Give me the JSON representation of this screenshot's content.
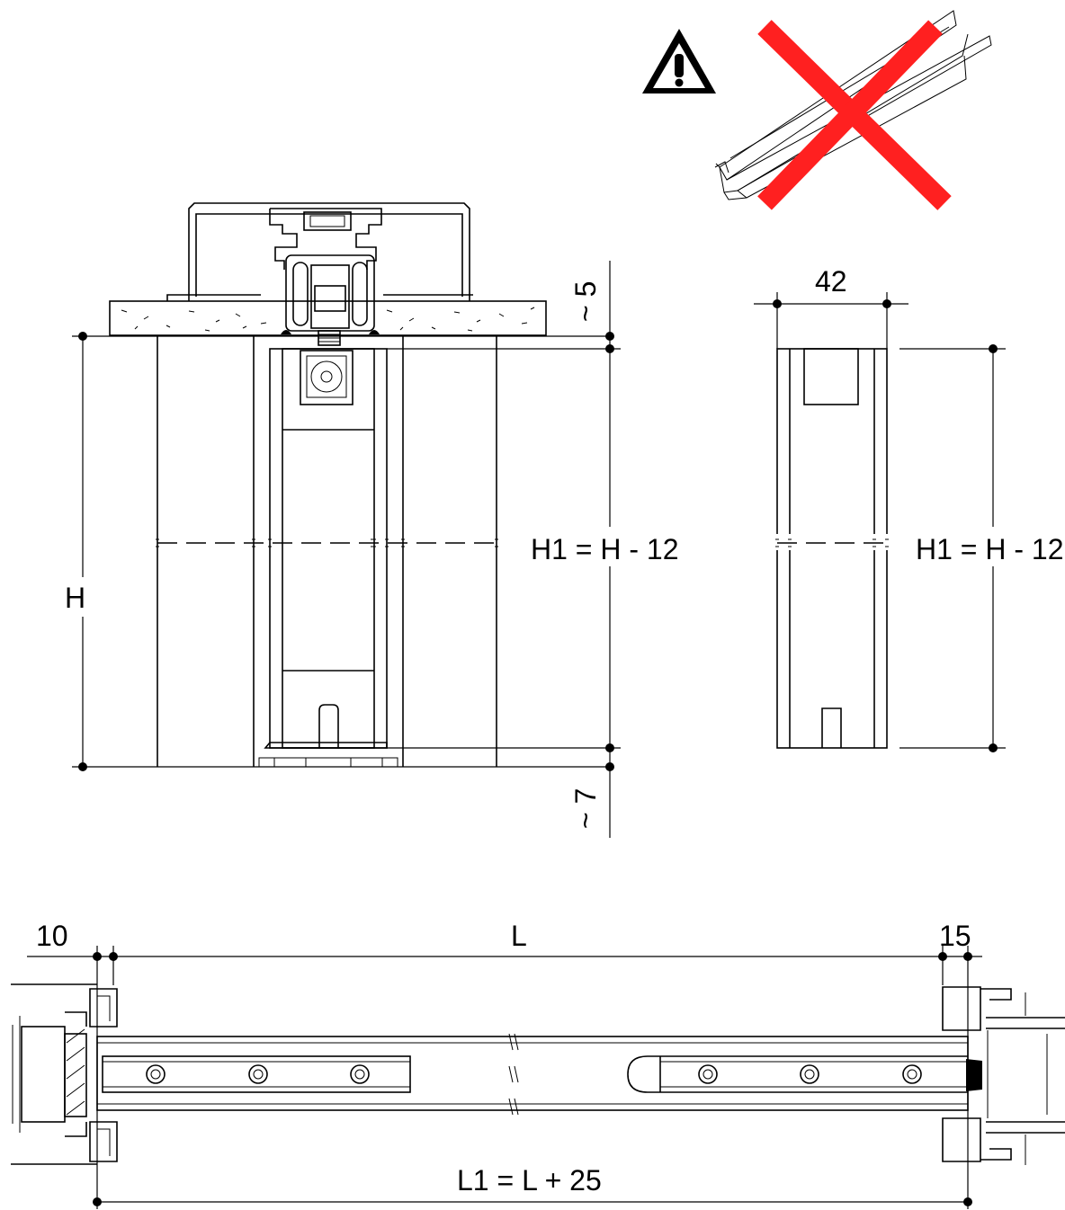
{
  "dimensions": {
    "top_gap": "~ 5",
    "bottom_gap": "~ 7",
    "height": "H",
    "panel_height": "H1 = H - 12",
    "side_panel_height": "H1 = H - 12",
    "side_width": "42",
    "left_gap": "10",
    "length": "L",
    "right_gap": "15",
    "total_length": "L1 = L + 25"
  },
  "icons": {
    "warning": "warning-triangle-icon",
    "prohibited": "prohibited-cross-icon"
  },
  "colors": {
    "line": "#000000",
    "cross": "#ff2020"
  }
}
